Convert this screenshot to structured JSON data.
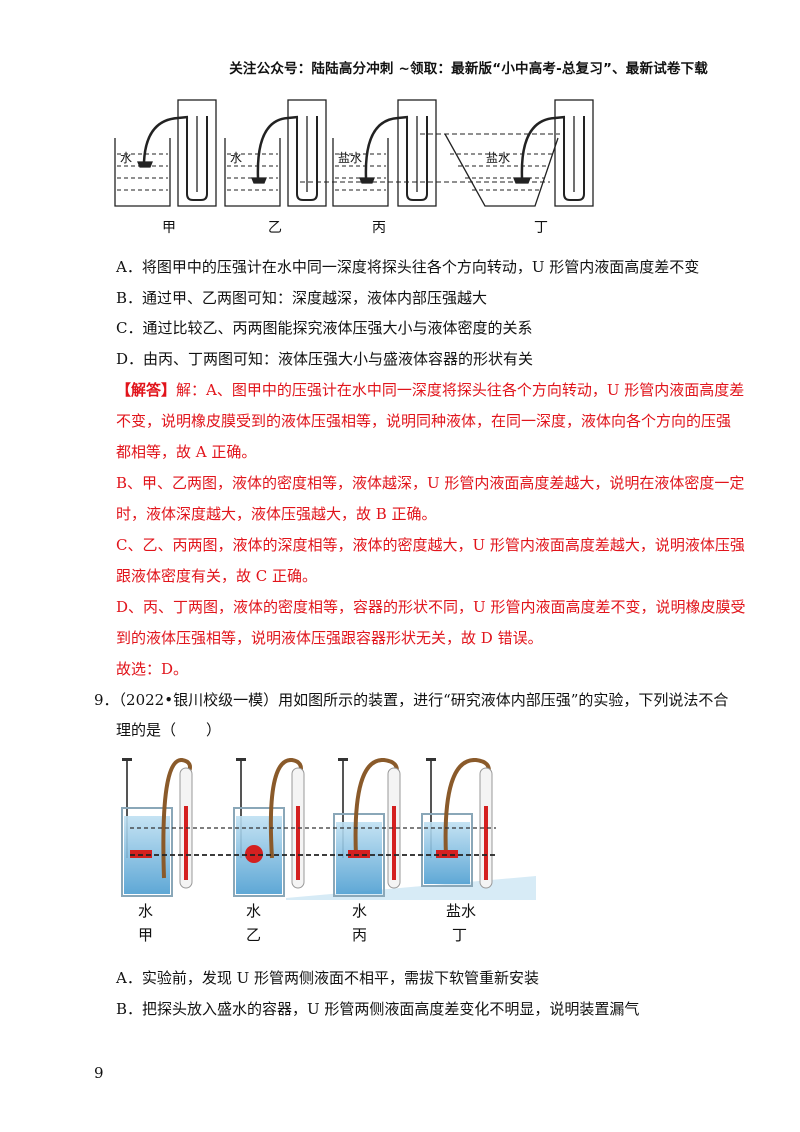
{
  "header": {
    "text": "关注公众号：陆陆高分冲刺  ~领取：最新版“小中高考-总复习”、最新试卷下载"
  },
  "figure1": {
    "panel_labels": [
      "甲",
      "乙",
      "丙",
      "丁"
    ],
    "liquid_labels": [
      "水",
      "水",
      "盐水",
      "盐水"
    ]
  },
  "q8": {
    "options": [
      "A．将图甲中的压强计在水中同一深度将探头往各个方向转动，U 形管内液面高度差不变",
      "B．通过甲、乙两图可知：深度越深，液体内部压强越大",
      "C．通过比较乙、丙两图能探究液体压强大小与液体密度的关系",
      "D．由丙、丁两图可知：液体压强大小与盛液体容器的形状有关"
    ],
    "answer": {
      "tag": "【解答】",
      "lines": [
        "解：A、图甲中的压强计在水中同一深度将探头往各个方向转动，U 形管内液面高度差",
        "不变，说明橡皮膜受到的液体压强相等，说明同种液体，在同一深度，液体向各个方向的压强",
        "都相等，故 A 正确。",
        "B、甲、乙两图，液体的密度相等，液体越深，U 形管内液面高度差越大，说明在液体密度一定",
        "时，液体深度越大，液体压强越大，故 B 正确。",
        "C、乙、丙两图，液体的深度相等，液体的密度越大，U 形管内液面高度差越大，说明液体压强",
        "跟液体密度有关，故 C 正确。",
        "D、丙、丁两图，液体的密度相等，容器的形状不同，U 形管内液面高度差不变，说明橡皮膜受",
        "到的液体压强相等，说明液体压强跟容器形状无关，故 D 错误。",
        "故选：D。"
      ]
    }
  },
  "q9": {
    "number": "9．",
    "stem_line1": "（2022•银川校级一模）用如图所示的装置，进行“研究液体内部压强”的实验，下列说法不合",
    "stem_line2": "理的是（　　）",
    "figure": {
      "liquid_labels": [
        "水",
        "水",
        "水",
        "盐水"
      ],
      "panel_labels": [
        "甲",
        "乙",
        "丙",
        "丁"
      ]
    },
    "options": [
      "A．实验前，发现 U 形管两侧液面不相平，需拔下软管重新安装",
      "B．把探头放入盛水的容器，U 形管两侧液面高度差变化不明显，说明装置漏气"
    ]
  },
  "page_number": "9"
}
